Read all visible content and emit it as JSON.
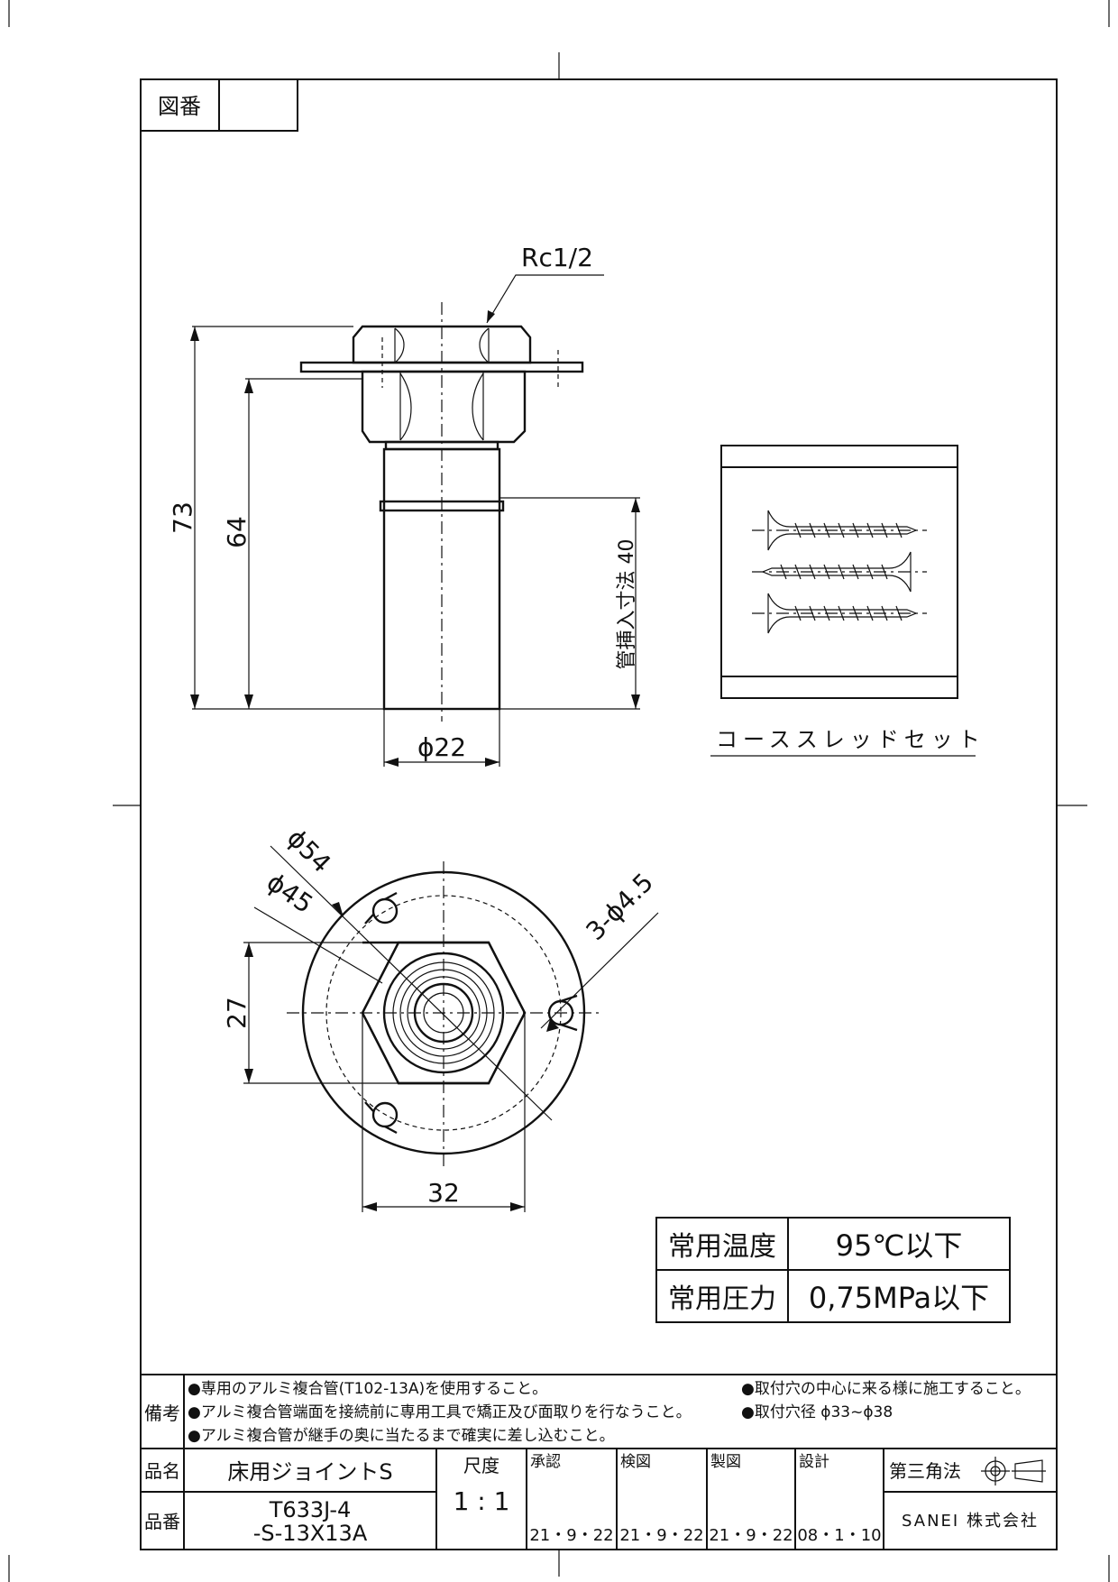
{
  "drawing_number_label": "図番",
  "drawing_number_value": "",
  "front_view": {
    "thread_label": "Rc1/2",
    "dim_overall": "73",
    "dim_body": "64",
    "dim_insertion": "管挿入寸法 40",
    "dim_pipe_dia": "ϕ22"
  },
  "accessory": {
    "label": "コーススレッドセット"
  },
  "top_view": {
    "dim_flange_dia": "ϕ54",
    "dim_hole_pcd": "ϕ45",
    "dim_holes": "3-ϕ4.5",
    "dim_hex_flat": "27",
    "dim_hex_corner": "32"
  },
  "spec_table": {
    "rows": [
      {
        "label": "常用温度",
        "value": "95℃以下"
      },
      {
        "label": "常用圧力",
        "value": "0,75MPa以下"
      }
    ]
  },
  "notes": {
    "label": "備考",
    "left": [
      "●専用のアルミ複合管(T102-13A)を使用すること。",
      "●アルミ複合管端面を接続前に専用工具で矯正及び面取りを行なうこと。",
      "●アルミ複合管が継手の奥に当たるまで確実に差し込むこと。"
    ],
    "right": [
      "●取付穴の中心に来る様に施工すること。",
      "●取付穴径 ϕ33~ϕ38"
    ]
  },
  "title_block": {
    "product_name_label": "品名",
    "product_name": "床用ジョイントS",
    "product_number_label": "品番",
    "product_number_line1": "T633J-4",
    "product_number_line2": "-S-13X13A",
    "scale_label": "尺度",
    "scale_value": "1 : 1",
    "approved_label": "承認",
    "approved_date": "21・9・22",
    "checked_label": "検図",
    "checked_date": "21・9・22",
    "drawn_label": "製図",
    "drawn_date": "21・9・22",
    "designed_label": "設計",
    "designed_date": "08・1・10",
    "projection_label": "第三角法",
    "company": "SANEI 株式会社"
  }
}
